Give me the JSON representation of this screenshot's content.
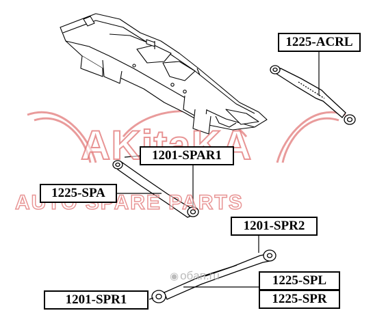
{
  "labels": {
    "acrl": "1225-ACRL",
    "spar1": "1201-SPAR1",
    "spa": "1225-SPA",
    "spr2": "1201-SPR2",
    "spl": "1225-SPL",
    "spr": "1225-SPR",
    "spr1": "1201-SPR1"
  },
  "watermark": {
    "brand": "AKitaKA",
    "tagline": "AUTO SPARE PARTS",
    "site": "oбaп.ru",
    "site_icon": "eye-icon",
    "color": "#e07070"
  }
}
